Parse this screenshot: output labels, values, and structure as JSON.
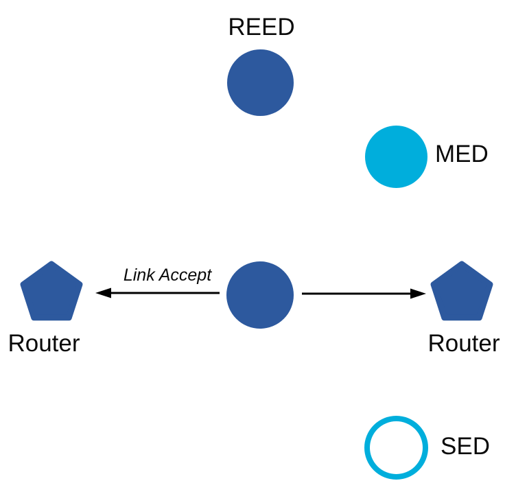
{
  "colors": {
    "node-blue": "#2d599e",
    "node-cyan": "#00aedc",
    "line": "#000000",
    "text": "#0a0a0a",
    "background": "#ffffff"
  },
  "diagram": {
    "nodes": [
      {
        "id": "reed",
        "label": "REED",
        "shape": "filled-circle",
        "color": "#2d599e"
      },
      {
        "id": "med",
        "label": "MED",
        "shape": "filled-circle",
        "color": "#00aedc"
      },
      {
        "id": "joiner",
        "label": "",
        "shape": "filled-circle",
        "color": "#2d599e"
      },
      {
        "id": "router-left",
        "label": "Router",
        "shape": "pentagon",
        "color": "#2d599e"
      },
      {
        "id": "router-right",
        "label": "Router",
        "shape": "pentagon",
        "color": "#2d599e"
      },
      {
        "id": "sed",
        "label": "SED",
        "shape": "outlined-circle",
        "color": "#00aedc"
      }
    ],
    "edges": [
      {
        "from": "joiner",
        "to": "router-left",
        "label": "Link Accept",
        "style": "solid-arrow"
      },
      {
        "from": "joiner",
        "to": "router-right",
        "label": "",
        "style": "solid-arrow"
      }
    ]
  }
}
